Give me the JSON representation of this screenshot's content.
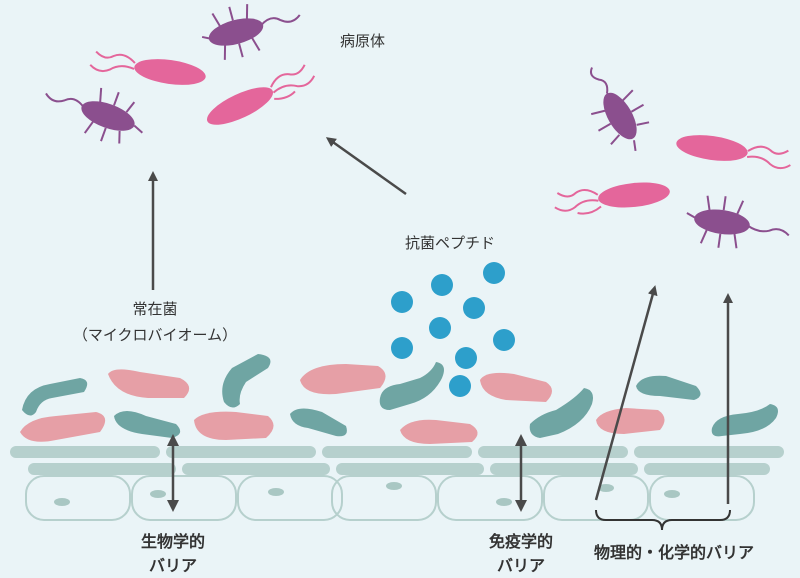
{
  "labels": {
    "pathogen": "病原体",
    "antimicrobial_peptide": "抗菌ペプチド",
    "commensal_line1": "常在菌",
    "commensal_line2": "（マイクロバイオーム）",
    "biological_barrier_line1": "生物学的",
    "biological_barrier_line2": "バリア",
    "immunological_barrier_line1": "免疫学的",
    "immunological_barrier_line2": "バリア",
    "physicochemical_barrier": "物理的・化学的バリア"
  },
  "colors": {
    "background": "#eaf4f7",
    "pathogen_purple": "#8b4f8e",
    "pathogen_pink": "#e4669b",
    "commensal_teal": "#6fa5a3",
    "commensal_pink": "#e69fa6",
    "peptide_blue": "#2d9fcb",
    "mucus_layer": "#b6d0cd",
    "cell_outline": "#b6d0cd",
    "arrow": "#4a4a4a",
    "text": "#333333"
  }
}
